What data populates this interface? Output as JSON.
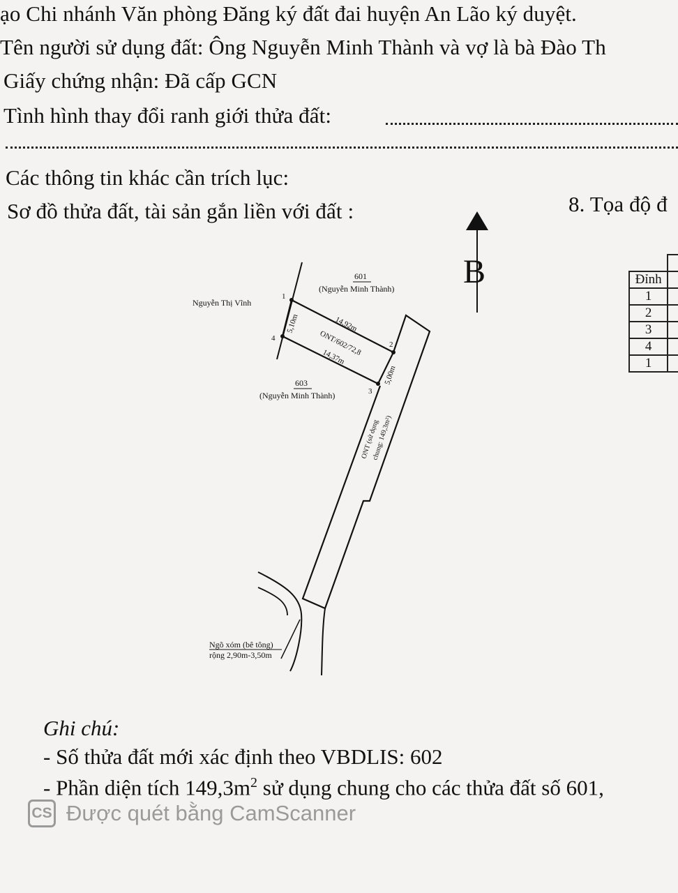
{
  "header": {
    "line1": "ạo Chi nhánh Văn phòng Đăng ký đất đai huyện An Lão ký duyệt.",
    "line2": "Tên người sử dụng đất: Ông Nguyễn Minh Thành và vợ là bà Đào Th",
    "line3": "Giấy chứng nhận: Đã cấp GCN",
    "line4": "Tình hình thay đổi ranh giới thửa đất:",
    "line5": "Các thông tin khác cần trích lục:",
    "line6": "Sơ đồ thửa đất, tài sản gắn liền với đất :",
    "line7": "8. Tọa độ đ"
  },
  "diagram": {
    "north_label": "B",
    "parcel_601_number": "601",
    "parcel_601_owner": "(Nguyễn Minh Thành)",
    "neighbor_west": "Nguyễn Thị Vĩnh",
    "parcel_603_number": "603",
    "parcel_603_owner": "(Nguyễn Minh Thành)",
    "edge_top": "14,92m",
    "edge_bottom": "14,37m",
    "edge_left": "5,10m",
    "edge_right": "5,00m",
    "parcel_label": "ONT/602/72,8",
    "shared_label_1": "ONT (sử dụng",
    "shared_label_2": "chung: 149,3m²)",
    "vertex_1": "1",
    "vertex_2": "2",
    "vertex_3": "3",
    "vertex_4": "4",
    "road_label_1": "Ngõ xóm (bê tông)",
    "road_label_2": "rộng 2,90m-3,50m"
  },
  "table": {
    "header": "Đỉnh",
    "rows": [
      "1",
      "2",
      "3",
      "4",
      "1"
    ]
  },
  "notes": {
    "title": "Ghi chú:",
    "note1": "- Số thửa đất mới xác định theo VBDLIS: 602",
    "note2_prefix": "- Phần diện tích 149,3m",
    "note2_sup": "2",
    "note2_suffix": " sử dụng chung cho các thửa đất số 601,"
  },
  "watermark": {
    "icon": "CS",
    "text": "Được quét bằng CamScanner"
  }
}
